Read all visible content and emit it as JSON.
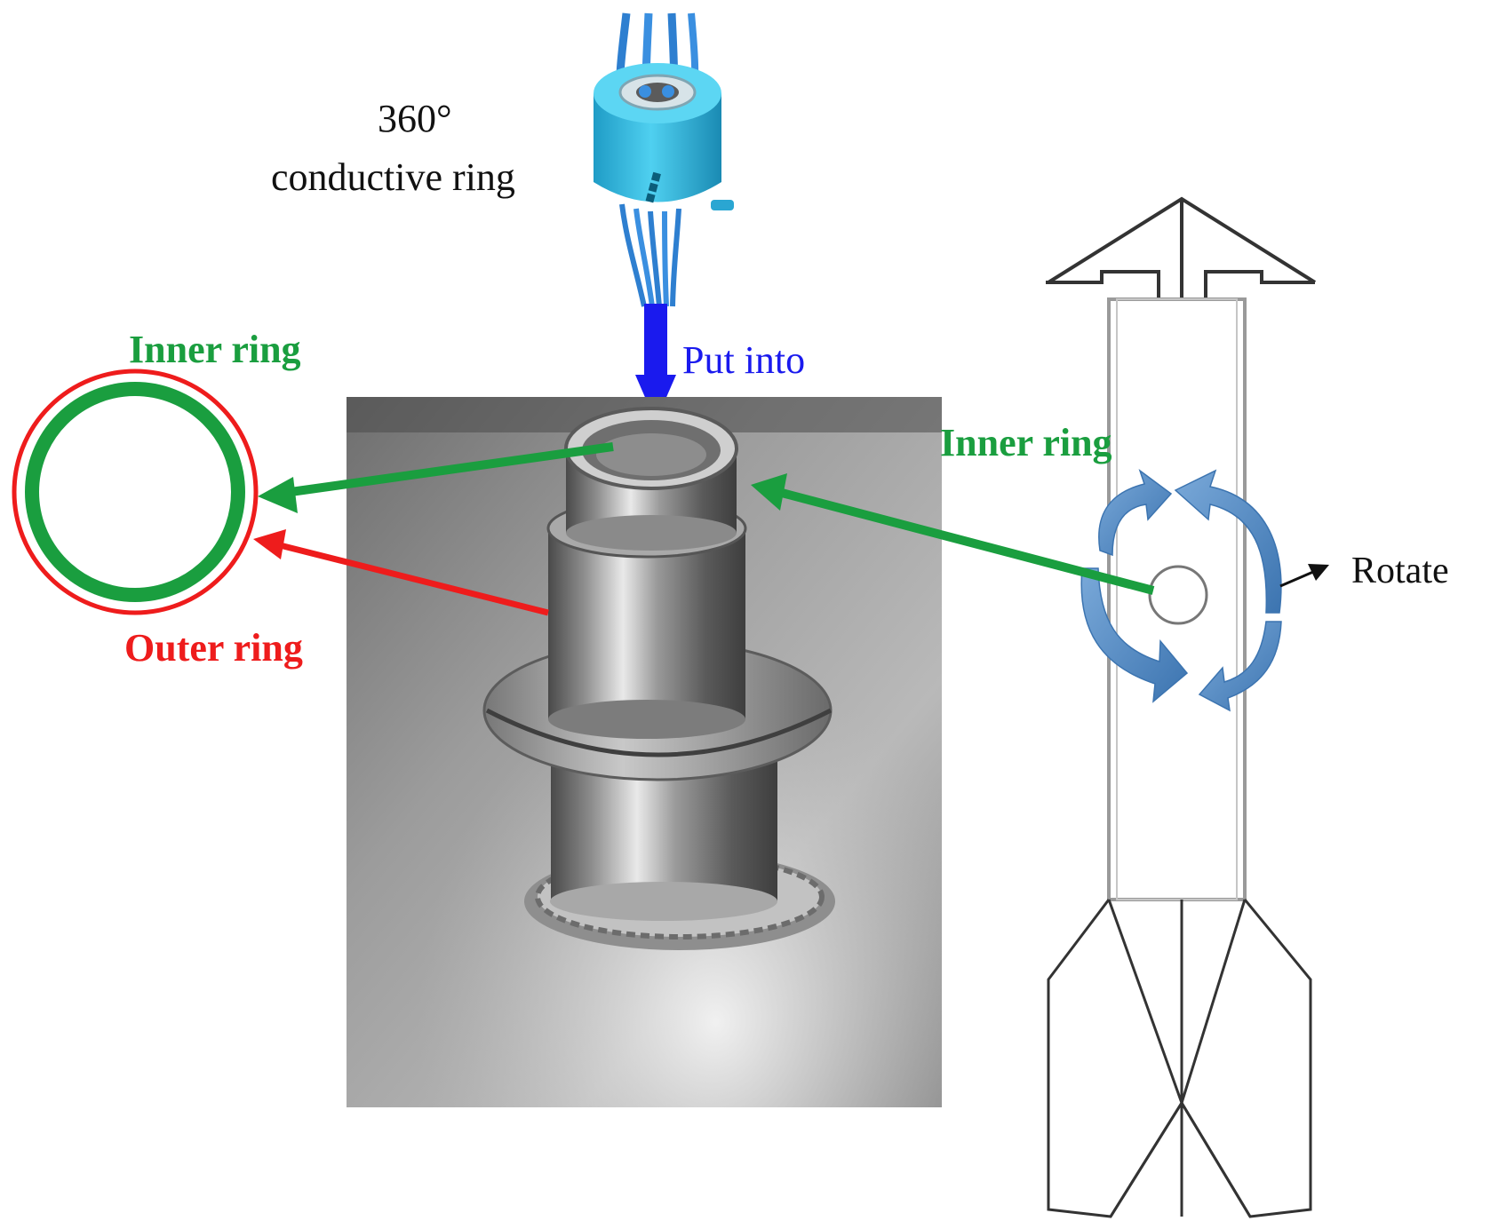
{
  "labels": {
    "slip_ring_title": "360°",
    "slip_ring_sub": "conductive ring",
    "put_into": "Put into",
    "inner_ring_left": "Inner ring",
    "outer_ring_left": "Outer ring",
    "inner_ring_right": "Inner ring",
    "rotate": "Rotate"
  },
  "colors": {
    "inner_ring": "#1a9e3f",
    "outer_ring": "#ee1c1c",
    "put_into": "#1a1aee",
    "rotation_arrows": "#4d86c3",
    "slip_ring_body": "#35b8e0"
  },
  "icons": {
    "slip_ring": "conductive-slip-ring-photo",
    "electrode_pipe": "welded-steel-pipe-photo",
    "rotating_probe": "rotating-probe-drawing"
  }
}
